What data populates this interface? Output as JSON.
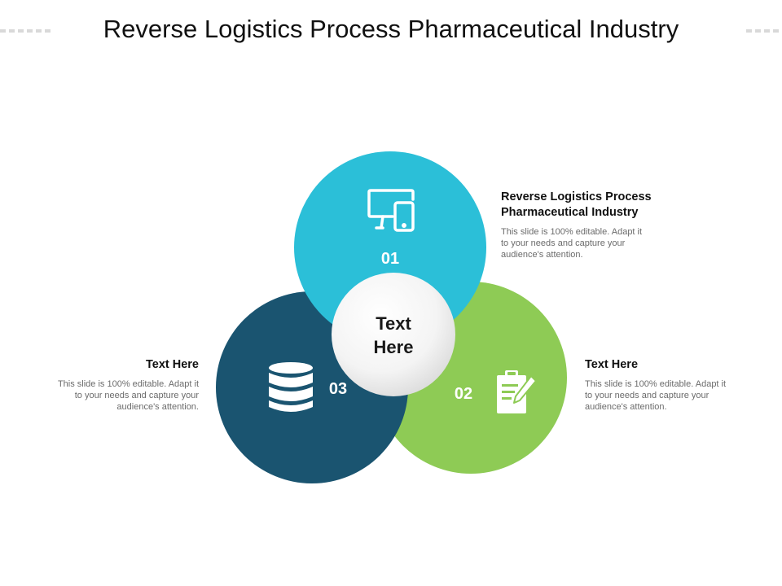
{
  "title": "Reverse Logistics Process Pharmaceutical Industry",
  "center": {
    "line1": "Text",
    "line2": "Here"
  },
  "circles": [
    {
      "number": "01",
      "icon": "devices-icon",
      "color": "#2bbfd8"
    },
    {
      "number": "02",
      "icon": "clipboard-edit-icon",
      "color": "#8ecb55"
    },
    {
      "number": "03",
      "icon": "database-icon",
      "color": "#1a5470"
    }
  ],
  "labels": {
    "item1": {
      "heading_line1": "Reverse Logistics Process",
      "heading_line2": "Pharmaceutical Industry",
      "body_line1": "This slide is 100% editable. Adapt it",
      "body_line2": "to your needs and capture your",
      "body_line3": "audience's attention."
    },
    "item2": {
      "heading": "Text Here",
      "body_line1": "This slide is 100% editable. Adapt it",
      "body_line2": "to your needs and capture your",
      "body_line3": "audience's attention."
    },
    "item3": {
      "heading": "Text Here",
      "body_line1": "This slide is 100% editable. Adapt it",
      "body_line2": "to your needs and capture your",
      "body_line3": "audience's attention."
    }
  }
}
